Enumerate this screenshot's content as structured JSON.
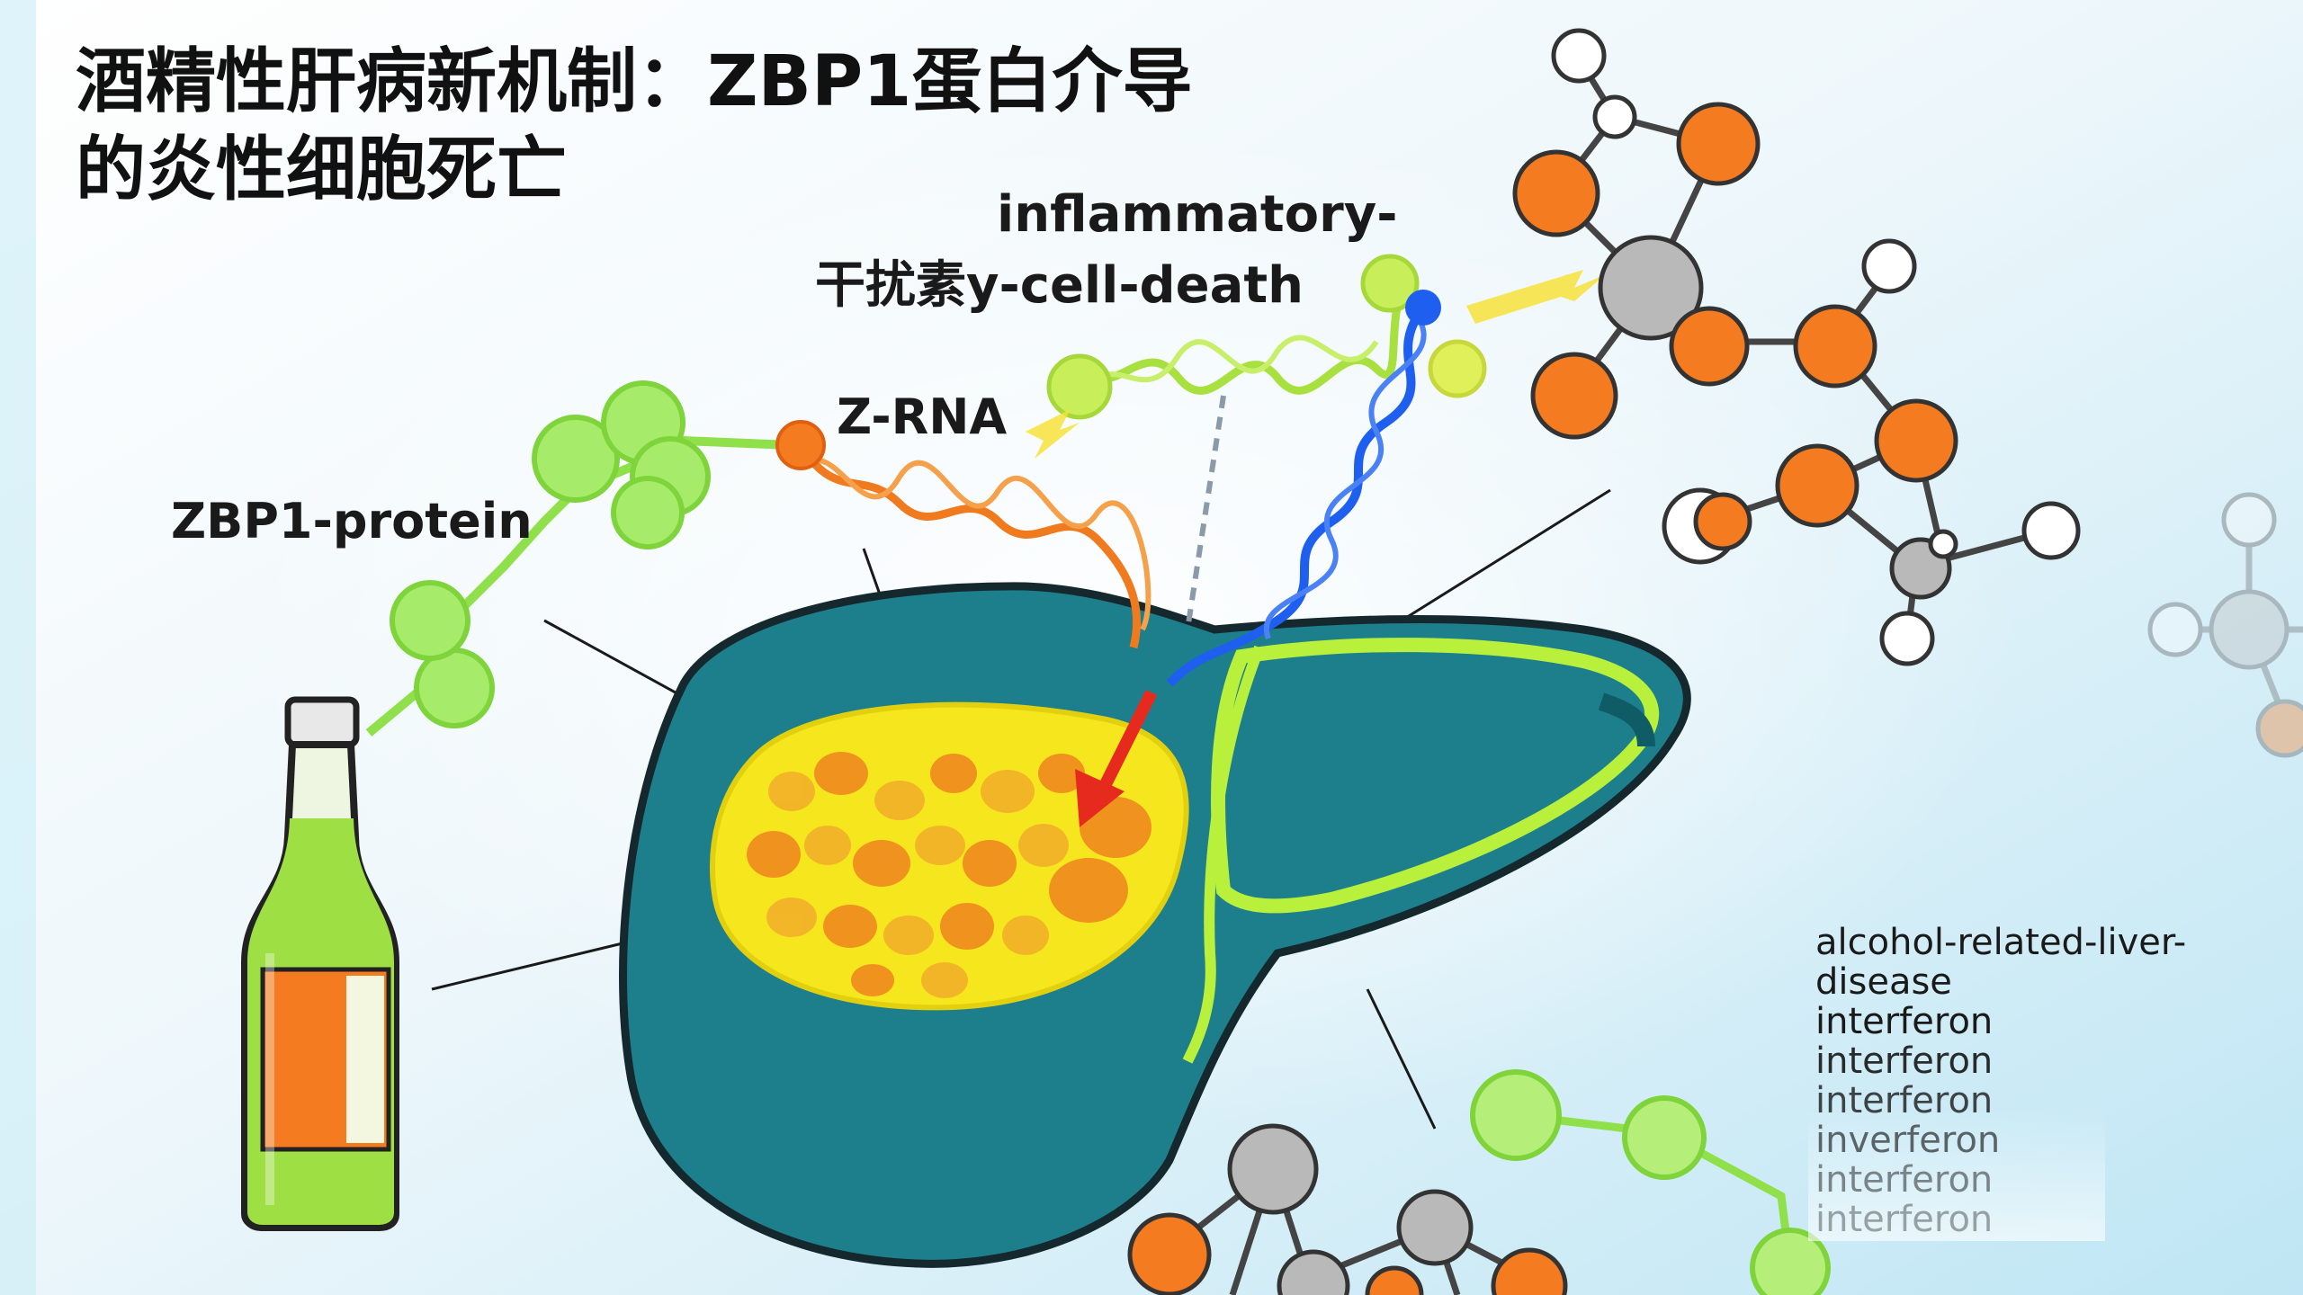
{
  "title": "酒精性肝病新机制：ZBP1蛋白介导的炎性细胞死亡",
  "labels": {
    "inflammatory_line1": "inflammatory-",
    "inflammatory_line2": "干扰素y-cell-death",
    "z_rna": "Z-RNA",
    "zbp1_protein": "ZBP1-protein"
  },
  "terms": [
    "alcohol-related-liver-",
    "disease",
    "interferon",
    "interferon",
    "interferon",
    "inverferon",
    "interferon",
    "interferon"
  ],
  "colors": {
    "liver": "#1d7f8c",
    "liver_outline": "#14282e",
    "liver_rim": "#b8f03c",
    "fatty_region": "#f5e61e",
    "fat_droplet": "#f08a1e",
    "z_rna_strand": "#f07a1e",
    "interferon_strand": "#a8e040",
    "zbp1_strand": "#1e5ff0",
    "arrow": "#e62b1e",
    "atom_orange": "#f47b20",
    "atom_gray": "#b9b9b9",
    "atom_white": "#ffffff",
    "zbp1_beads": "#a6ec6a",
    "bottle_glass": "#9ee044",
    "bottle_label": "#f47b20"
  }
}
